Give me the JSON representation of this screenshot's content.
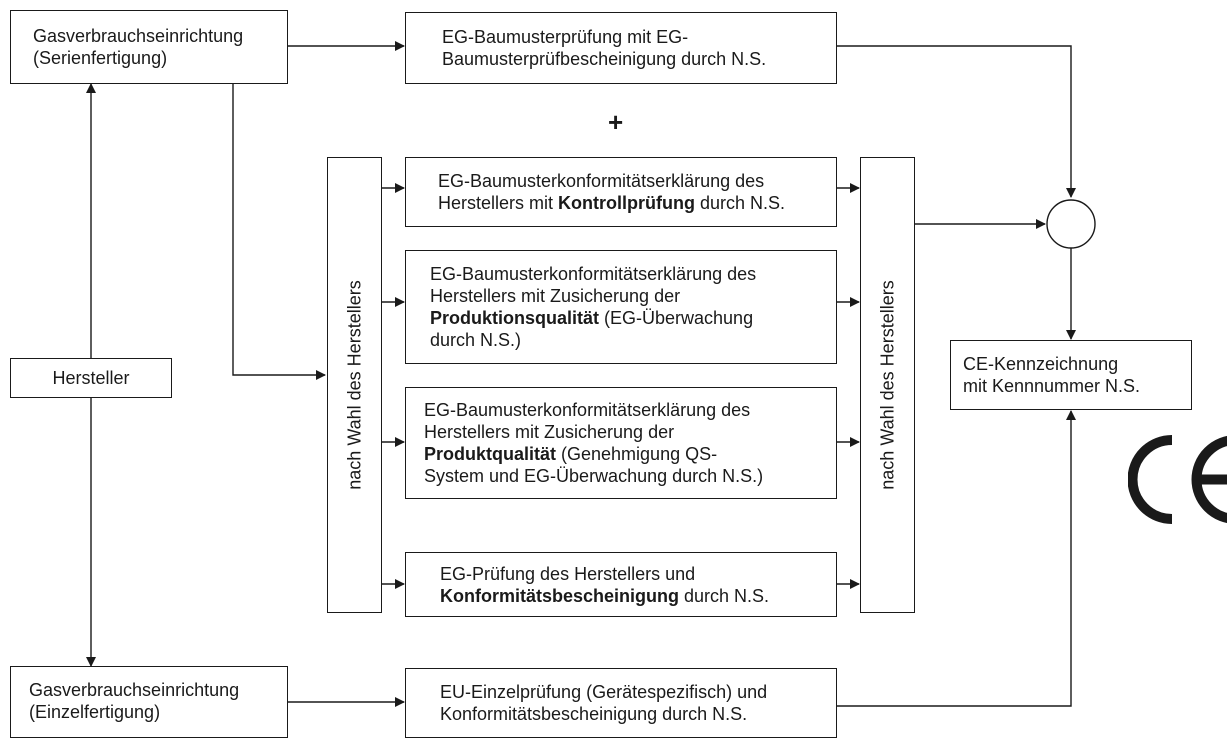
{
  "boxes": {
    "gas_serien": {
      "l1": "Gasverbrauchseinrichtung",
      "l2": "(Serienfertigung)"
    },
    "baumuster": {
      "l1": "EG-Baumusterprüfung mit EG-",
      "l2": "Baumusterprüfbescheinigung durch N.S."
    },
    "kontroll": {
      "l1": "EG-Baumusterkonformitätserklärung des",
      "l2a": "Herstellers mit ",
      "l2b": "Kontrollprüfung",
      "l2c": " durch N.S."
    },
    "produktion": {
      "l1": "EG-Baumusterkonformitätserklärung des",
      "l2": "Herstellers mit Zusicherung der",
      "l3a": "Produktionsqualität",
      "l3b": " (EG-Überwachung",
      "l4": "durch N.S.)"
    },
    "produkt": {
      "l1": "EG-Baumusterkonformitätserklärung des",
      "l2": "Herstellers mit Zusicherung der",
      "l3a": "Produktqualität",
      "l3b": " (Genehmigung QS-",
      "l4": "System und EG-Überwachung durch N.S.)"
    },
    "pruefung": {
      "l1": "EG-Prüfung des Herstellers und",
      "l2a": "Konformitätsbescheinigung",
      "l2b": " durch N.S."
    },
    "hersteller": {
      "l1": "Hersteller"
    },
    "ce_kennz": {
      "l1": "CE-Kennzeichnung",
      "l2": "mit Kennnummer N.S."
    },
    "gas_einzel": {
      "l1": "Gasverbrauchseinrichtung",
      "l2": "(Einzelfertigung)"
    },
    "eu_einzel": {
      "l1": "EU-Einzelprüfung (Gerätespezifisch) und",
      "l2": "Konformitätsbescheinigung durch N.S."
    }
  },
  "selector_left": "nach Wahl des Herstellers",
  "selector_right": "nach Wahl des Herstellers",
  "plus_sign": "+",
  "ce_mark": "CE"
}
